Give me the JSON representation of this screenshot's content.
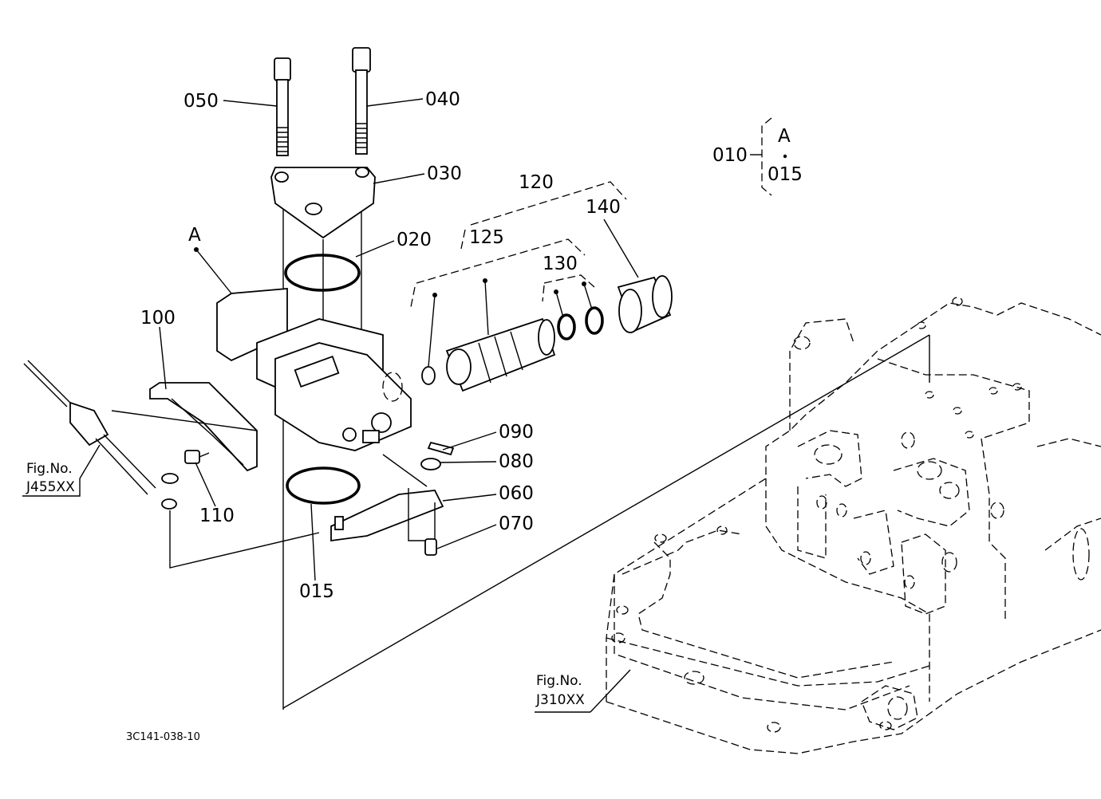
{
  "labels": {
    "p050": "050",
    "p040": "040",
    "p030": "030",
    "p020": "020",
    "p120": "120",
    "p125": "125",
    "p130": "130",
    "p140": "140",
    "p100": "100",
    "p110": "110",
    "p090": "090",
    "p080": "080",
    "p060": "060",
    "p070": "070",
    "p015": "015",
    "pA": "A"
  },
  "legend": {
    "parent": "010",
    "top": "A",
    "bottom": "015"
  },
  "figrefs": {
    "left_line1": "Fig.No.",
    "left_line2": "J455XX",
    "right_line1": "Fig.No.",
    "right_line2": "J310XX"
  },
  "drawing_code": "3C141-038-10"
}
